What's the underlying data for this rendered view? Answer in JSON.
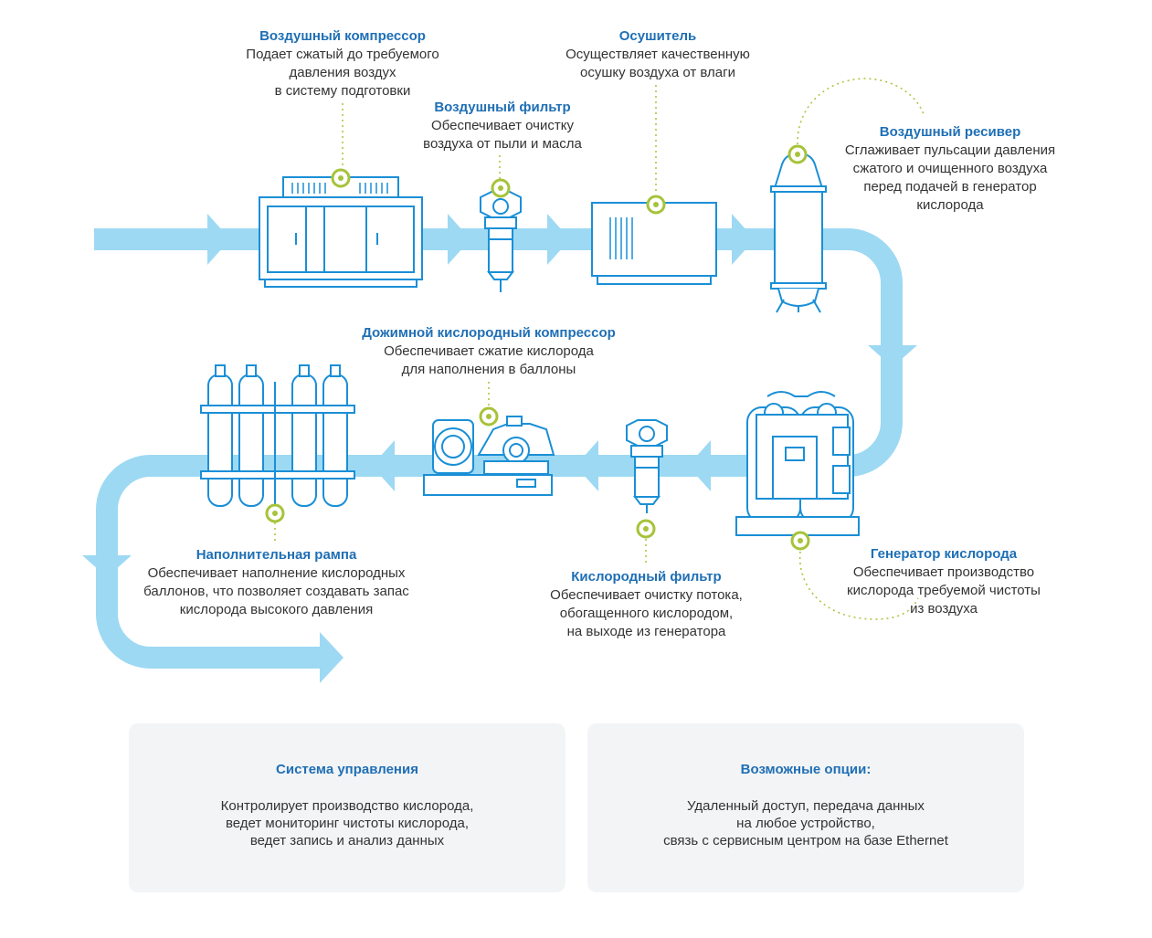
{
  "colors": {
    "flow": "#9dd9f3",
    "equipment": "#1a8fd6",
    "marker": "#a6c33a",
    "title": "#1f6fb5",
    "text": "#333333",
    "card_bg": "#f3f4f6"
  },
  "components": {
    "air_compressor": {
      "title": "Воздушный компрессор",
      "description": "Подает сжатый до требуемого\nдавления воздух\nв систему подготовки",
      "icon": "compressor-cabinet-icon"
    },
    "air_filter": {
      "title": "Воздушный фильтр",
      "description": "Обеспечивает очистку\nвоздуха от пыли и масла",
      "icon": "filter-icon"
    },
    "dryer": {
      "title": "Осушитель",
      "description": "Осуществляет качественную\nосушку воздуха от влаги",
      "icon": "dryer-icon"
    },
    "air_receiver": {
      "title": "Воздушный ресивер",
      "description": "Сглаживает пульсации давления\nсжатого и очищенного воздуха\nперед подачей в генератор\nкислорода",
      "icon": "receiver-tank-icon"
    },
    "booster_compressor": {
      "title": "Дожимной кислородный компрессор",
      "description": "Обеспечивает сжатие кислорода\nдля наполнения в баллоны",
      "icon": "booster-compressor-icon"
    },
    "filling_ramp": {
      "title": "Наполнительная рампа",
      "description": "Обеспечивает наполнение кислородных\nбаллонов, что позволяет создавать запас\nкислорода высокого давления",
      "icon": "gas-cylinders-icon"
    },
    "oxygen_filter": {
      "title": "Кислородный фильтр",
      "description": "Обеспечивает очистку потока,\nобогащенного кислородом,\nна выходе из генератора",
      "icon": "filter-icon"
    },
    "oxygen_generator": {
      "title": "Генератор кислорода",
      "description": "Обеспечивает производство\nкислорода требуемой чистоты\nиз воздуха",
      "icon": "oxygen-generator-icon"
    }
  },
  "cards": {
    "control_system": {
      "title": "Система управления",
      "description": "Контролирует производство кислорода,\nведет мониторинг чистоты кислорода,\nведет запись и анализ данных"
    },
    "options": {
      "title": "Возможные опции:",
      "description": "Удаленный доступ, передача данных\nна  любое устройство,\nсвязь с сервисным центром на базе Ethernet"
    }
  }
}
